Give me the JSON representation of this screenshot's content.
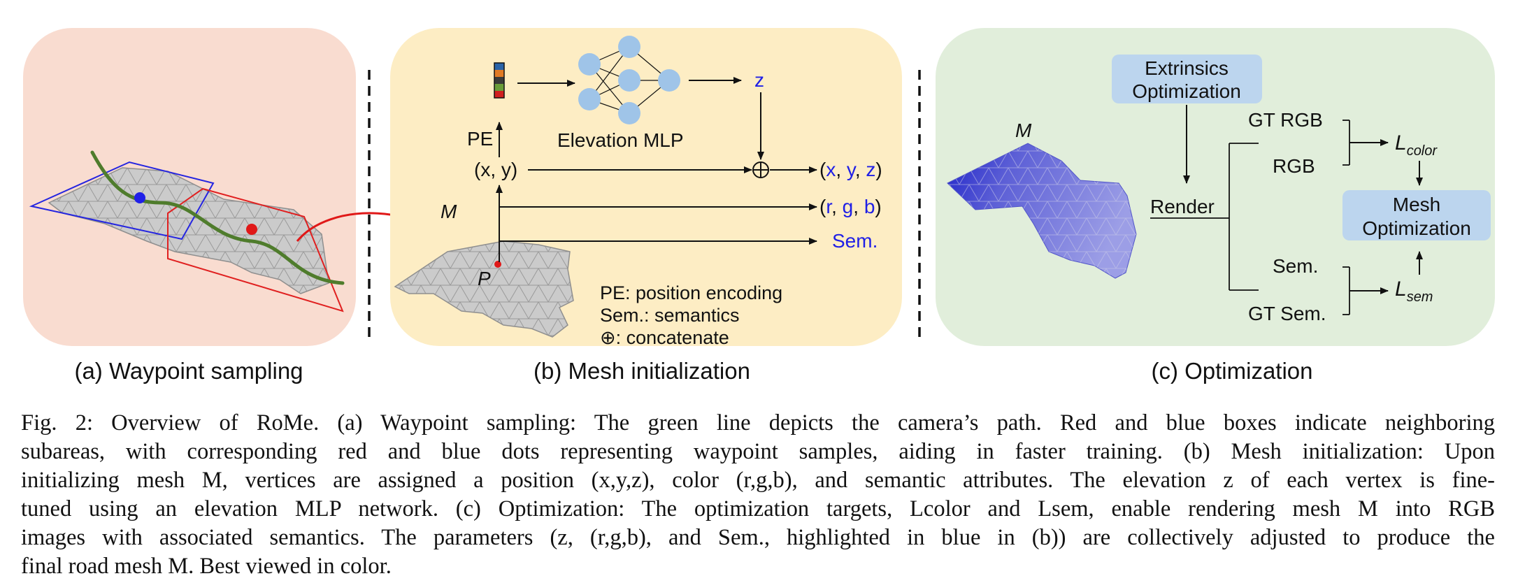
{
  "panel_a": {
    "caption": "(a) Waypoint sampling"
  },
  "panel_b": {
    "pe": "PE",
    "xy": "(x, y)",
    "elevation_mlp": "Elevation MLP",
    "z": "z",
    "concat_symbol": "⊕",
    "out_xyz": {
      "open": "(",
      "x": "x",
      "y": "y",
      "z": "z",
      "close": ")",
      "sep": ", "
    },
    "out_rgb": {
      "open": "(",
      "r": "r",
      "g": "g",
      "b": "b",
      "close": ")",
      "sep": ", "
    },
    "out_sem": "Sem.",
    "mesh_label": "M",
    "point_label": "P",
    "legend": [
      "PE: position encoding",
      "Sem.: semantics",
      "⊕: concatenate"
    ],
    "caption": "(b) Mesh initialization"
  },
  "panel_c": {
    "mesh_label": "M",
    "extrinsics": [
      "Extrinsics",
      "Optimization"
    ],
    "render": "Render",
    "gt_rgb": "GT RGB",
    "rgb": "RGB",
    "sem": "Sem.",
    "gt_sem": "GT Sem.",
    "l_color": {
      "main": "L",
      "sub": "color"
    },
    "l_sem": {
      "main": "L",
      "sub": "sem"
    },
    "mesh_opt": [
      "Mesh",
      "Optimization"
    ],
    "caption": "(c) Optimization"
  },
  "colors": {
    "panel_a_bg": "#f9dcd0",
    "panel_b_bg": "#fdedc4",
    "panel_c_bg": "#e1eedb",
    "box_blue": "#bcd5ee",
    "highlight_blue": "#1f1fe6",
    "path_green": "#4f7c2c",
    "mesh_gray": "#c8c8c8",
    "mlp_node": "#9fc4e8"
  },
  "caption": {
    "lines": [
      "Fig. 2: Overview of RoMe. (a) Waypoint sampling: The green line depicts the camera’s path. Red and blue boxes indicate neighboring",
      "subareas, with corresponding red and blue dots representing waypoint samples, aiding in faster training. (b) Mesh initialization: Upon",
      "initializing mesh M, vertices are assigned a position (x,y,z), color (r,g,b), and semantic attributes. The elevation z of each vertex is fine-",
      "tuned using an elevation MLP network. (c) Optimization: The optimization targets, Lcolor and Lsem, enable rendering mesh M into RGB",
      "images with associated semantics. The parameters (z, (r,g,b), and Sem., highlighted in blue in (b)) are collectively adjusted to produce the",
      "final road mesh M. Best viewed in color."
    ]
  }
}
